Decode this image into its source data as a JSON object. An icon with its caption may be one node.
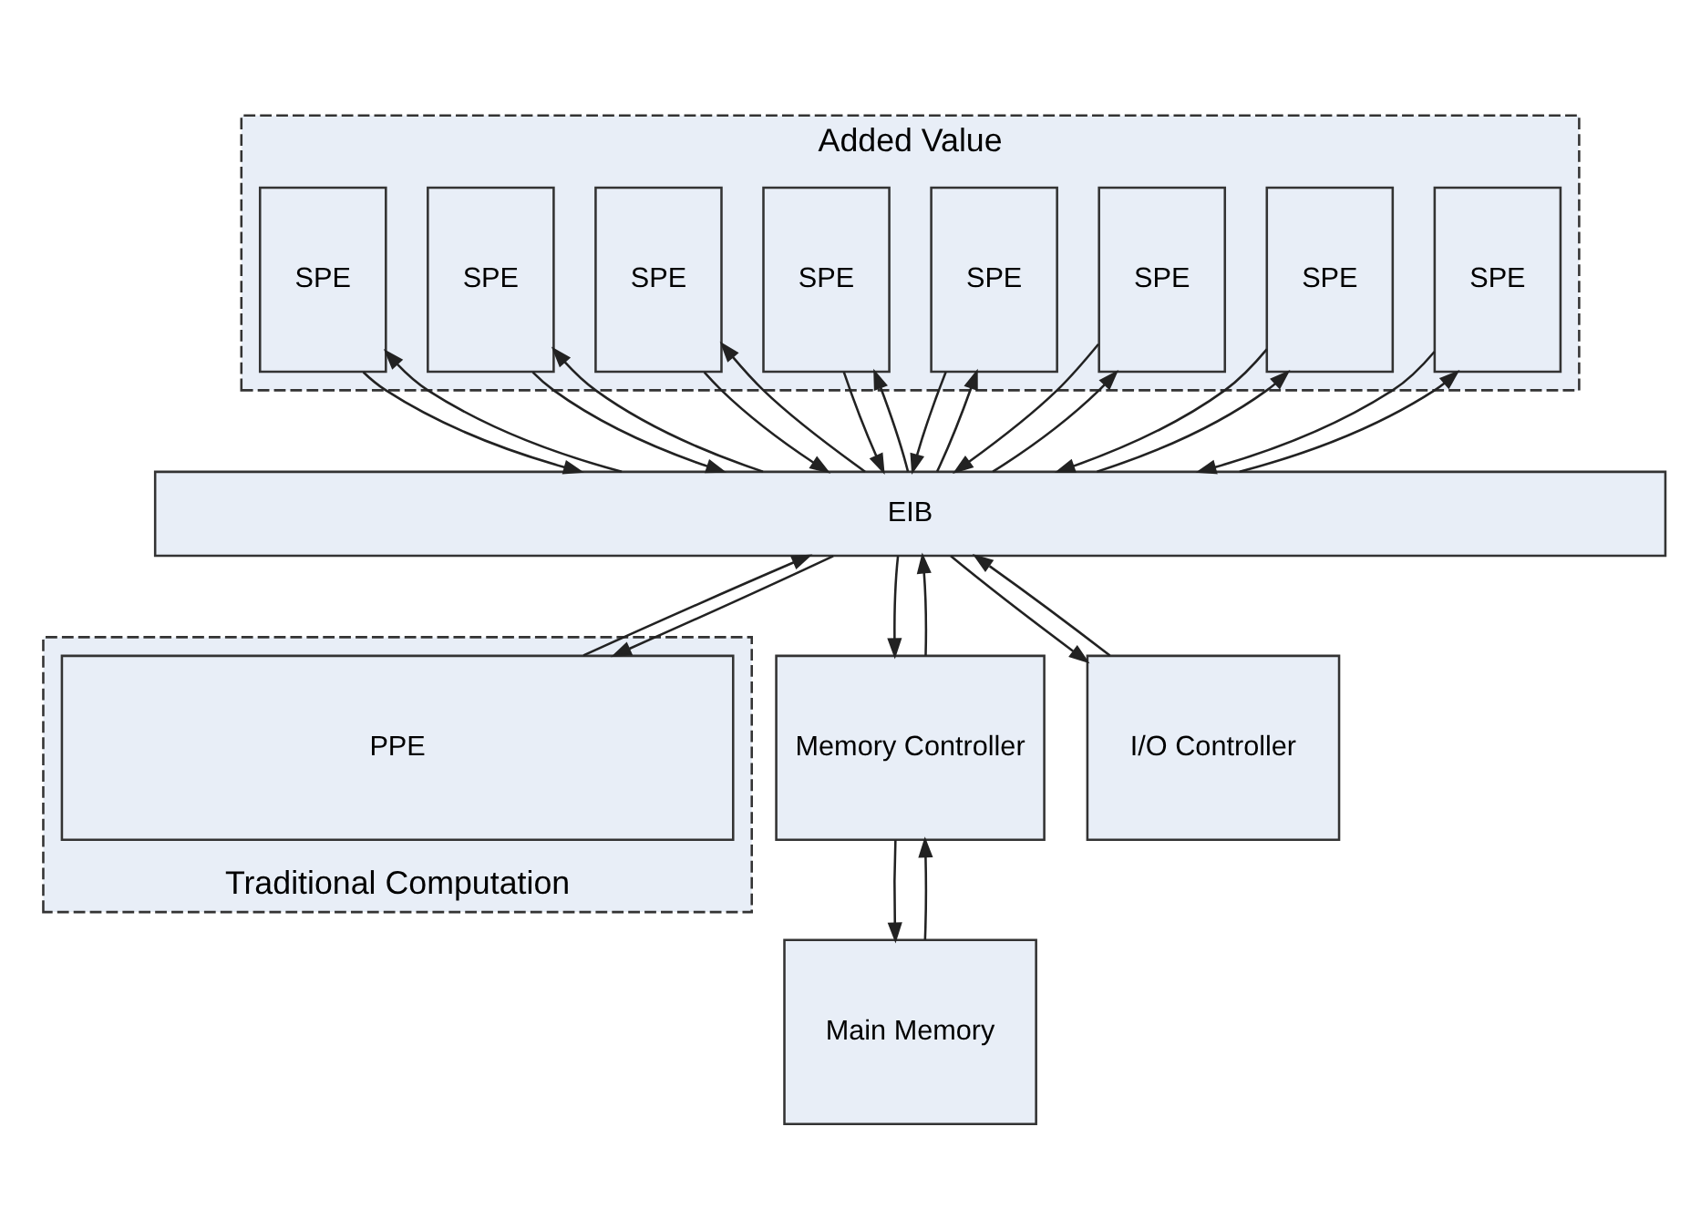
{
  "diagram": {
    "nodes": [
      {
        "text": [
          "Added Value"
        ]
      },
      {
        "text": [
          "SPE"
        ],
        "in": 0
      },
      {
        "text": [
          "SPE"
        ],
        "in": 0
      },
      {
        "text": [
          "SPE"
        ],
        "in": 0
      },
      {
        "text": [
          "SPE"
        ],
        "in": 0
      },
      {
        "text": [
          "SPE"
        ],
        "in": 0
      },
      {
        "text": [
          "SPE"
        ],
        "in": 0
      },
      {
        "text": [
          "SPE"
        ],
        "in": 0
      },
      {
        "text": [
          "SPE"
        ],
        "in": 0
      },
      {
        "text": [
          "EIB"
        ]
      },
      {
        "text": [
          "Traditional Computation"
        ]
      },
      {
        "text": [
          "PPE"
        ],
        "in": 10
      },
      {
        "text": [
          "Memory Controller"
        ]
      },
      {
        "text": [
          "I/O Controller"
        ]
      },
      {
        "text": [
          "Main Memory"
        ]
      }
    ],
    "edges": [
      {
        "from": 1,
        "to": 9,
        "arrow": "to"
      },
      {
        "from": 9,
        "to": 1,
        "arrow": "to"
      },
      {
        "from": 2,
        "to": 9,
        "arrow": "to"
      },
      {
        "from": 9,
        "to": 2,
        "arrow": "to"
      },
      {
        "from": 3,
        "to": 9,
        "arrow": "to"
      },
      {
        "from": 9,
        "to": 3,
        "arrow": "to"
      },
      {
        "from": 4,
        "to": 9,
        "arrow": "to"
      },
      {
        "from": 9,
        "to": 4,
        "arrow": "to"
      },
      {
        "from": 5,
        "to": 9,
        "arrow": "to"
      },
      {
        "from": 9,
        "to": 5,
        "arrow": "to"
      },
      {
        "from": 6,
        "to": 9,
        "arrow": "to"
      },
      {
        "from": 9,
        "to": 6,
        "arrow": "to"
      },
      {
        "from": 7,
        "to": 9,
        "arrow": "to"
      },
      {
        "from": 9,
        "to": 7,
        "arrow": "to"
      },
      {
        "from": 8,
        "to": 9,
        "arrow": "to"
      },
      {
        "from": 9,
        "to": 8,
        "arrow": "to"
      },
      {
        "from": 9,
        "to": 11,
        "arrow": "to"
      },
      {
        "from": 11,
        "to": 9,
        "arrow": "to"
      },
      {
        "from": 9,
        "to": 12,
        "arrow": "to"
      },
      {
        "from": 12,
        "to": 9,
        "arrow": "to"
      },
      {
        "from": 9,
        "to": 13,
        "arrow": "to"
      },
      {
        "from": 13,
        "to": 9,
        "arrow": "to"
      },
      {
        "from": 12,
        "to": 14,
        "arrow": "to"
      },
      {
        "from": 14,
        "to": 12,
        "arrow": "to"
      }
    ]
  }
}
